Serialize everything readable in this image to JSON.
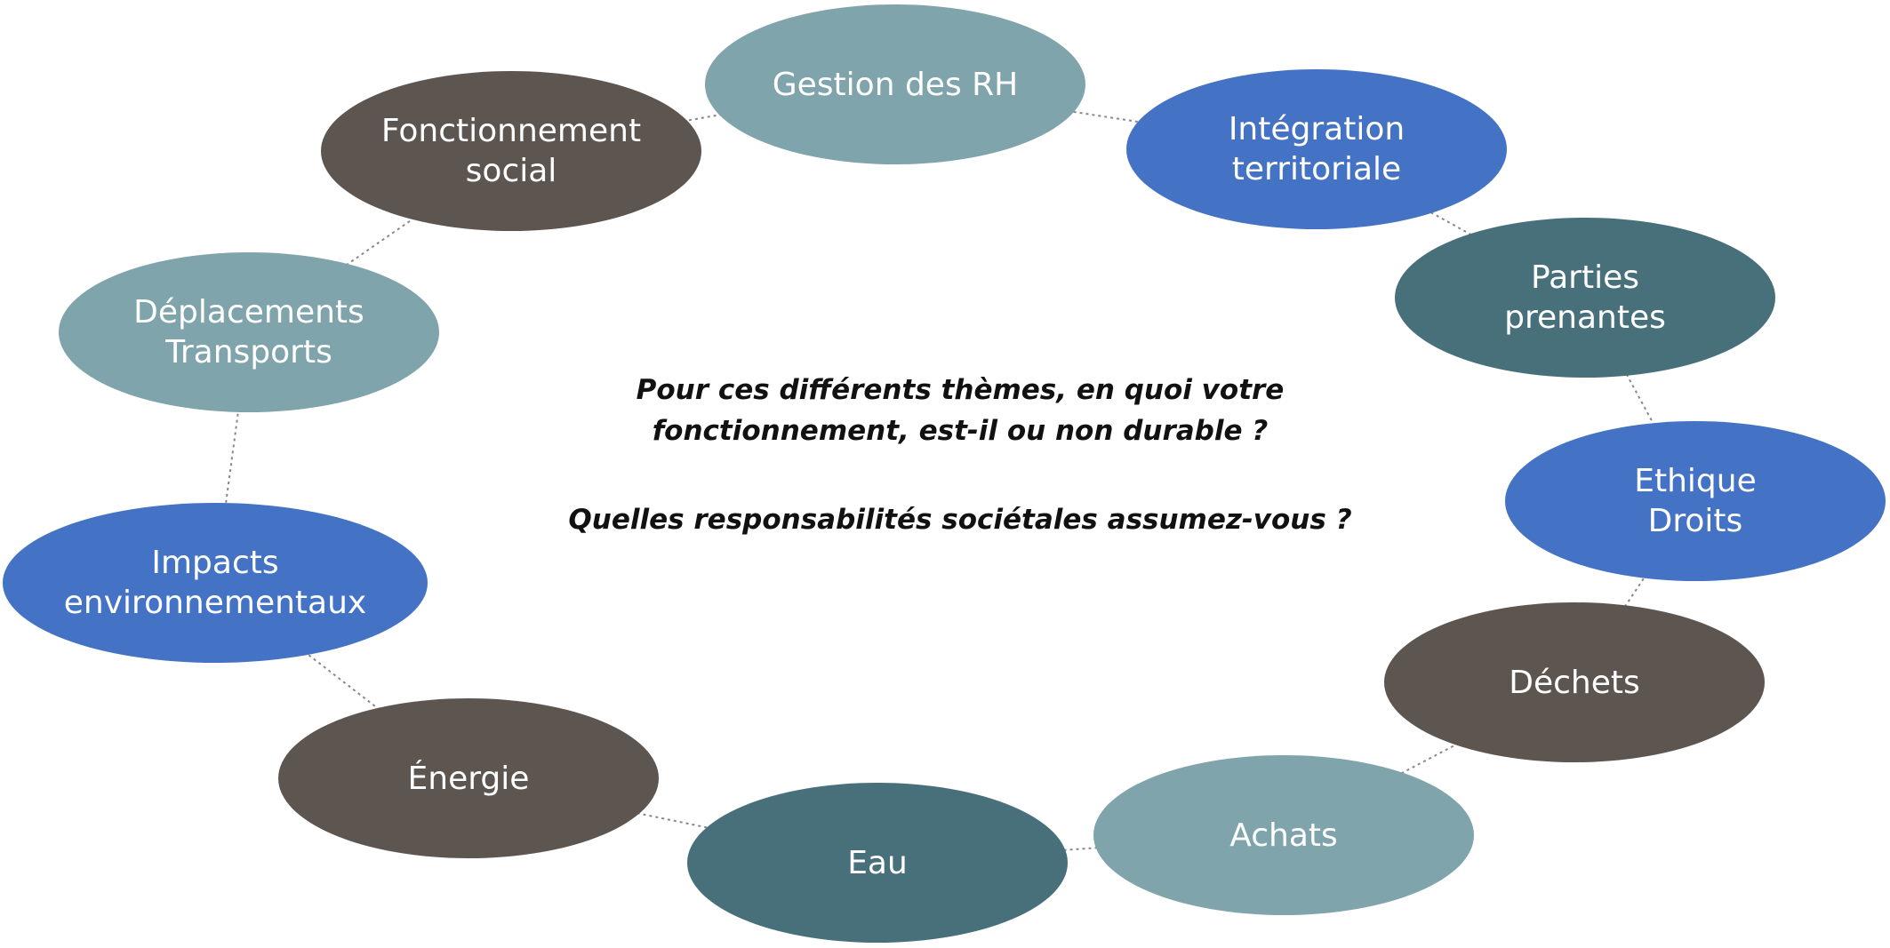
{
  "diagram": {
    "colors": {
      "grey_blue": "#7fa4ab",
      "blue": "#4472c4",
      "teal": "#48707b",
      "brown": "#5d5550",
      "connector": "#888888"
    },
    "nodes": [
      {
        "id": "gestion-rh",
        "lines": [
          "Gestion des RH"
        ],
        "color": "grey_blue"
      },
      {
        "id": "integration-territoriale",
        "lines": [
          "Intégration",
          "territoriale"
        ],
        "color": "blue"
      },
      {
        "id": "parties-prenantes",
        "lines": [
          "Parties",
          "prenantes"
        ],
        "color": "teal"
      },
      {
        "id": "ethique-droits",
        "lines": [
          "Ethique",
          "Droits"
        ],
        "color": "blue"
      },
      {
        "id": "dechets",
        "lines": [
          "Déchets"
        ],
        "color": "brown"
      },
      {
        "id": "achats",
        "lines": [
          "Achats"
        ],
        "color": "grey_blue"
      },
      {
        "id": "eau",
        "lines": [
          "Eau"
        ],
        "color": "teal"
      },
      {
        "id": "energie",
        "lines": [
          "Énergie"
        ],
        "color": "brown"
      },
      {
        "id": "impacts-environnementaux",
        "lines": [
          "Impacts",
          "environnementaux"
        ],
        "color": "blue"
      },
      {
        "id": "deplacements-transports",
        "lines": [
          "Déplacements",
          "Transports"
        ],
        "color": "grey_blue"
      },
      {
        "id": "fonctionnement-social",
        "lines": [
          "Fonctionnement",
          "social"
        ],
        "color": "brown"
      }
    ],
    "center": {
      "question_1": [
        "Pour ces différents thèmes, en quoi votre",
        "fonctionnement, est-il ou non durable ?"
      ],
      "question_2": "Quelles responsabilités sociétales assumez-vous ?"
    }
  }
}
